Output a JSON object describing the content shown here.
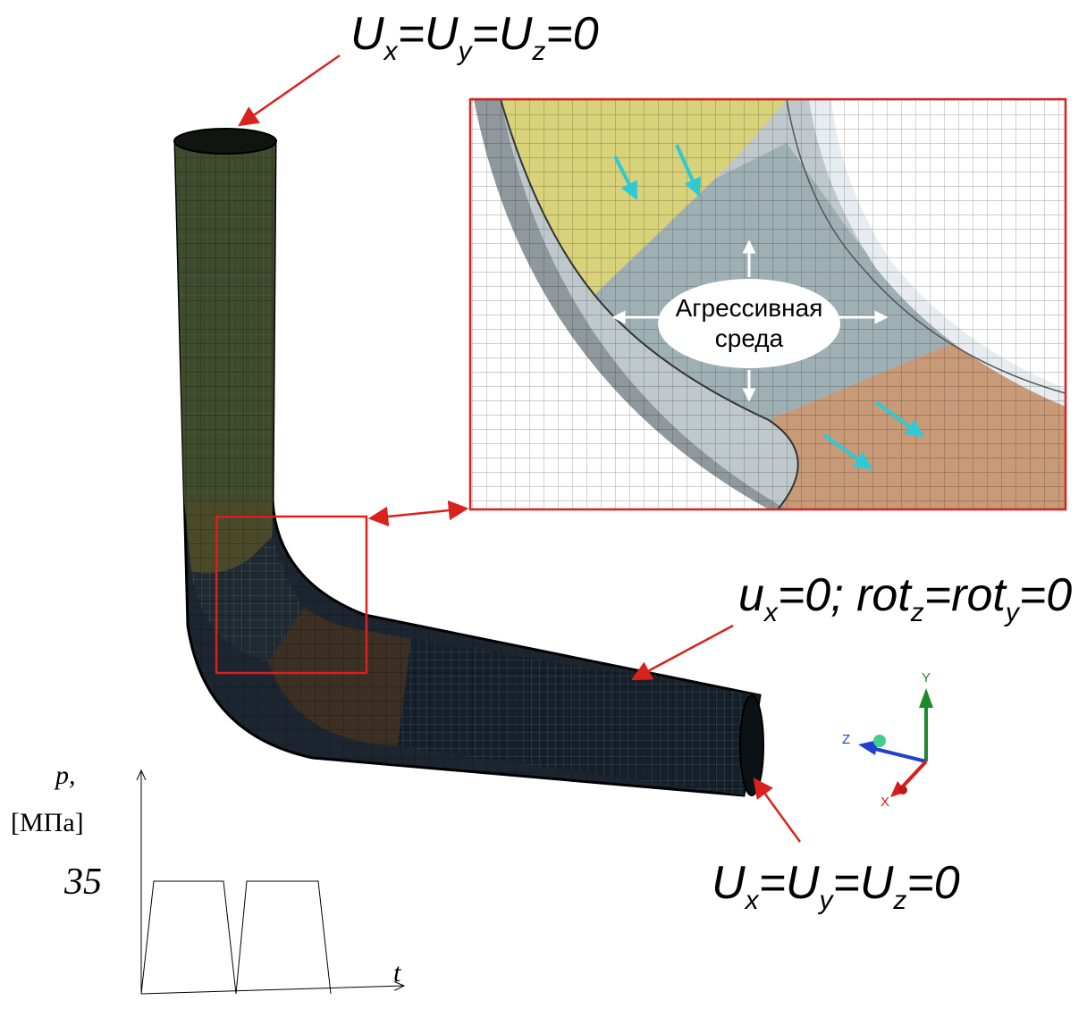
{
  "boundary_conditions": {
    "top": {
      "parts": [
        "U",
        "x",
        "=U",
        "y",
        "=U",
        "z",
        "=0"
      ]
    },
    "right": {
      "parts": [
        "u",
        "x",
        "=0; rot",
        "z",
        "=rot",
        "y",
        "=0"
      ]
    },
    "bottom": {
      "parts": [
        "U",
        "x",
        "=U",
        "y",
        "=U",
        "z",
        "=0"
      ]
    }
  },
  "inset": {
    "medium_label_line1": "Агрессивная",
    "medium_label_line2": "среда",
    "region_colors": {
      "upper_wall": "#d8d27a",
      "middle_wall": "#9fb0b4",
      "lower_wall": "#c89a78",
      "outer_face": "#bfc8cb"
    },
    "highlight_color": "#d9221e",
    "flow_arrow_color": "#2ec9d6"
  },
  "pipe": {
    "upper_color": "#3d4a2c",
    "middle_color": "#1f2a33",
    "lower_color": "#3c2f24",
    "straight_color": "#16202a"
  },
  "axes_triad": {
    "y_label": "Y",
    "z_label": "Z",
    "x_label": "X",
    "y_color": "#1c8a2a",
    "z_color": "#1f3fd1",
    "x_color": "#d91c1c"
  },
  "pressure_plot": {
    "y_label": "p,",
    "y_unit": "[МПа]",
    "level_label": "35",
    "x_label": "t",
    "cycles": 2
  }
}
